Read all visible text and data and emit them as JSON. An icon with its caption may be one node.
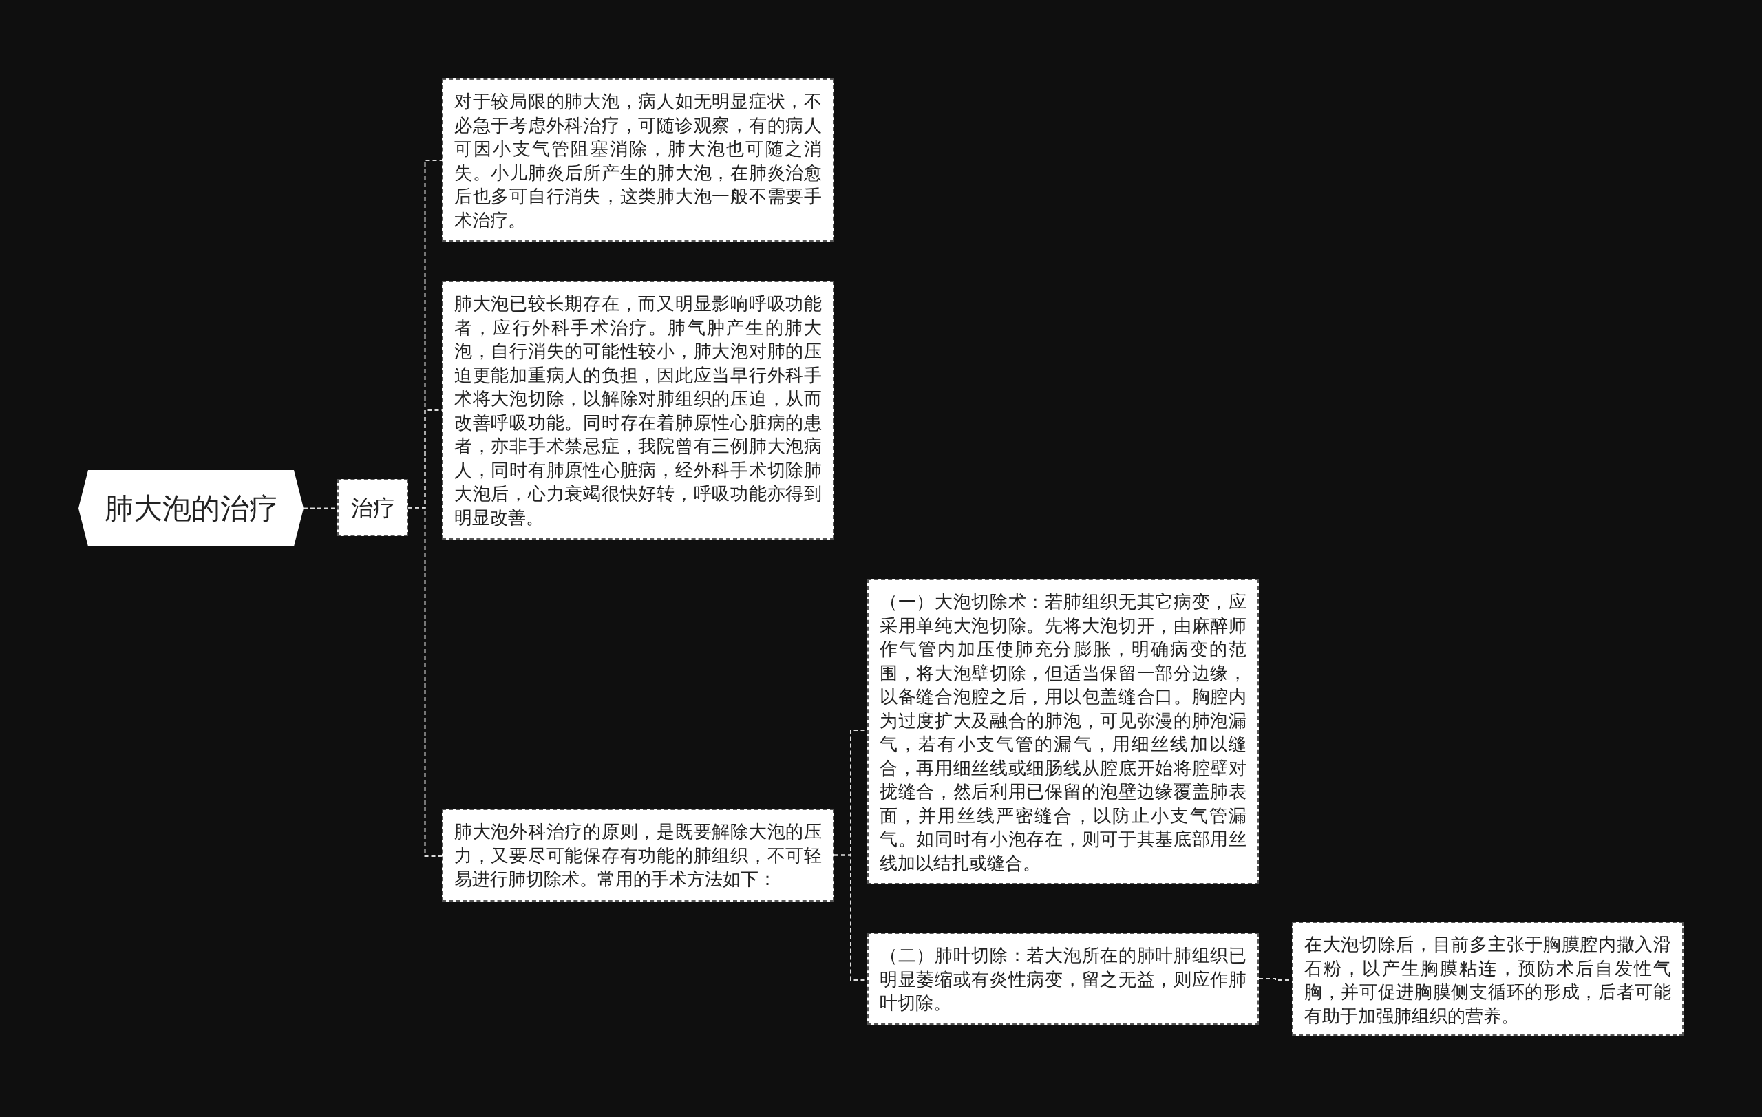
{
  "diagram": {
    "nodes": [
      {
        "text": [
          "肺大泡的治疗"
        ]
      },
      {
        "text": [
          "治疗"
        ]
      },
      {
        "text": [
          "对于较局限的肺大泡，病人如无明显症状，不必急于考虑外科治疗，可随诊观察，有的病人可因小支气管阻塞消除，肺大泡也可随之消失。小儿肺炎后所产生的肺大泡，在肺炎治愈后也多可自行消失，这类肺大泡一般不需要手术治疗。"
        ]
      },
      {
        "text": [
          "肺大泡已较长期存在，而又明显影响呼吸功能者，应行外科手术治疗。肺气肿产生的肺大泡，自行消失的可能性较小，肺大泡对肺的压迫更能加重病人的负担，因此应当早行外科手术将大泡切除，以解除对肺组织的压迫，从而改善呼吸功能。同时存在着肺原性心脏病的患者，亦非手术禁忌症，我院曾有三例肺大泡病人，同时有肺原性心脏病，经外科手术切除肺大泡后，心力衰竭很快好转，呼吸功能亦得到明显改善。"
        ]
      },
      {
        "text": [
          "肺大泡外科治疗的原则，是既要解除大泡的压力，又要尽可能保存有功能的肺组织，不可轻易进行肺切除术。常用的手术方法如下："
        ]
      },
      {
        "text": [
          "（一）大泡切除术：若肺组织无其它病变，应采用单纯大泡切除。先将大泡切开，由麻醉师作气管内加压使肺充分膨胀，明确病变的范围，将大泡壁切除，但适当保留一部分边缘，以备缝合泡腔之后，用以包盖缝合口。胸腔内为过度扩大及融合的肺泡，可见弥漫的肺泡漏气，若有小支气管的漏气，用细丝线加以缝合，再用细丝线或细肠线从腔底开始将腔壁对拢缝合，然后利用已保留的泡壁边缘覆盖肺表面，并用丝线严密缝合，以防止小支气管漏气。如同时有小泡存在，则可于其基底部用丝线加以结扎或缝合。"
        ]
      },
      {
        "text": [
          "（二）肺叶切除：若大泡所在的肺叶肺组织已明显萎缩或有炎性病变，留之无益，则应作肺叶切除。"
        ]
      },
      {
        "text": [
          "在大泡切除后，目前多主张于胸膜腔内撒入滑石粉，以产生胸膜粘连，预防术后自发性气胸，并可促进胸膜侧支循环的形成，后者可能有助于加强肺组织的营养。"
        ]
      }
    ],
    "edges": [
      {
        "from": 0,
        "to": 1,
        "arrow": "none"
      },
      {
        "from": 1,
        "to": 2,
        "arrow": "none"
      },
      {
        "from": 1,
        "to": 3,
        "arrow": "none"
      },
      {
        "from": 1,
        "to": 4,
        "arrow": "none"
      },
      {
        "from": 4,
        "to": 5,
        "arrow": "none"
      },
      {
        "from": 4,
        "to": 6,
        "arrow": "none"
      },
      {
        "from": 6,
        "to": 7,
        "arrow": "none"
      }
    ]
  }
}
